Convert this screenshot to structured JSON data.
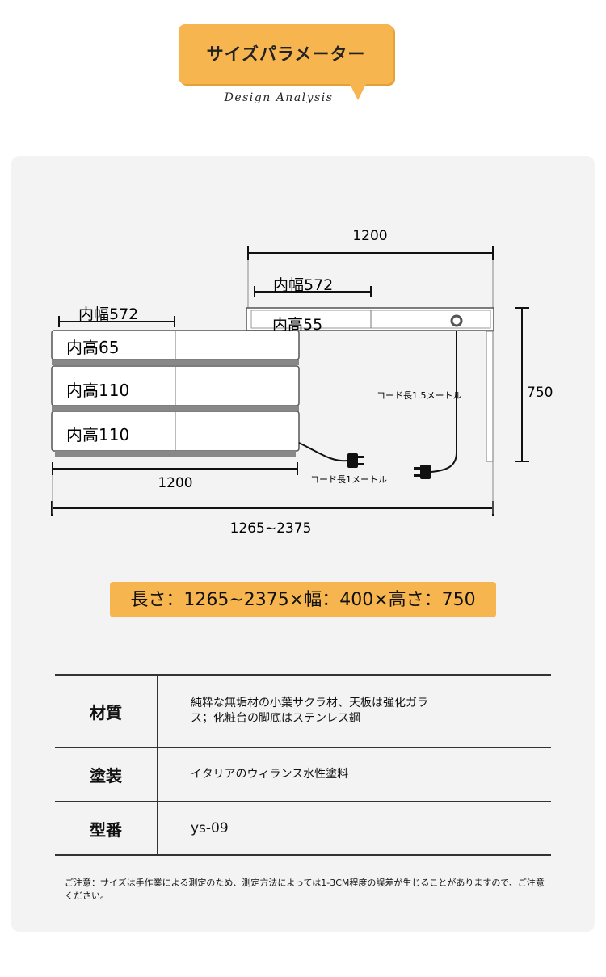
{
  "header": {
    "title": "サイズパラメーター",
    "subtitle": "Design Analysis"
  },
  "diagram": {
    "top_width": "1200",
    "top_inner_width": "内幅572",
    "top_inner_height": "内高55",
    "height": "750",
    "cord_long": "コード長1.5メートル",
    "left_inner_width": "内幅572",
    "drawer_1": "内高65",
    "drawer_2": "内高110",
    "drawer_3": "内高110",
    "cord_short": "コード長1メートル",
    "bottom_width": "1200",
    "total_length": "1265~2375"
  },
  "summary": "長さ：1265~2375×幅：400×高さ：750",
  "specs": [
    {
      "label": "材質",
      "value": "純粋な無垢材の小葉サクラ材、天板は強化ガラス；化粧台の脚底はステンレス鋼"
    },
    {
      "label": "塗装",
      "value": "イタリアのウィランス水性塗料"
    },
    {
      "label": "型番",
      "value": "ys-09"
    }
  ],
  "note": "ご注意：サイズは手作業による測定のため、測定方法によっては1-3CM程度の誤差が生じることがありますので、ご注意ください。",
  "colors": {
    "accent": "#f7b54f",
    "panel": "#f3f3f3"
  }
}
